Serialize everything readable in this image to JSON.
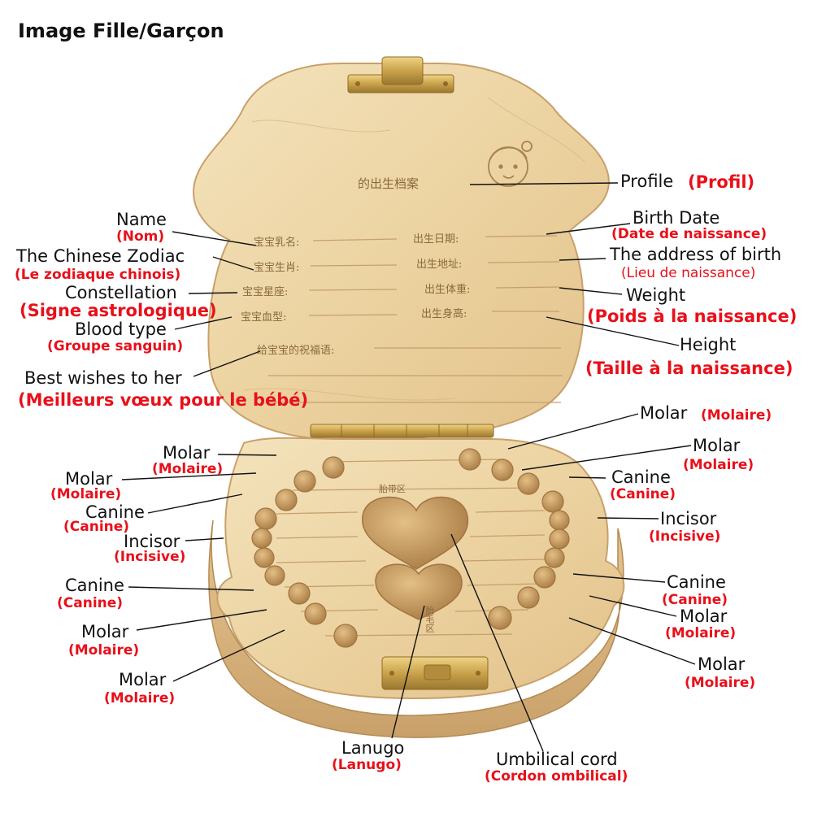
{
  "title": "Image Fille/Garçon",
  "colors": {
    "english_text": "#111111",
    "french_text": "#e8101a",
    "wood": "#edd6a6",
    "wood_dark": "#c79e63",
    "brass": "#c9a24a"
  },
  "icons": [
    "baby-face-icon",
    "hinge-icon",
    "clasp-icon"
  ],
  "box_engraving": {
    "header": "的出生档案",
    "left_fields": [
      "宝宝乳名:",
      "宝宝生肖:",
      "宝宝星座:",
      "宝宝血型:",
      "给宝宝的祝福语:"
    ],
    "right_fields": [
      "出生日期:",
      "出生地址:",
      "出生体重:",
      "出生身高:"
    ],
    "lower": {
      "label_teeth": "胎带区",
      "label_hair": "胎毛区"
    }
  },
  "labels": {
    "profile": {
      "en": "Profile",
      "fr": "(Profil)"
    },
    "name": {
      "en": "Name",
      "fr": "(Nom)"
    },
    "zodiac": {
      "en": "The Chinese Zodiac",
      "fr": "(Le zodiaque chinois)"
    },
    "constellation": {
      "en": "Constellation",
      "fr": "(Signe astrologique)"
    },
    "blood": {
      "en": "Blood type",
      "fr": "(Groupe sanguin)"
    },
    "wishes": {
      "en": "Best wishes to her",
      "fr": "(Meilleurs vœux pour le bébé)"
    },
    "birthdate": {
      "en": "Birth Date",
      "fr": "(Date de naissance)"
    },
    "address": {
      "en": "The address of birth",
      "fr": "(Lieu de naissance)"
    },
    "weight": {
      "en": "Weight",
      "fr": "(Poids à la naissance)"
    },
    "height": {
      "en": "Height",
      "fr": "(Taille à la naissance)"
    },
    "l_molar1": {
      "en": "Molar",
      "fr": "(Molaire)"
    },
    "l_molar2": {
      "en": "Molar",
      "fr": "(Molaire)"
    },
    "l_canine1": {
      "en": "Canine",
      "fr": "(Canine)"
    },
    "l_incisor": {
      "en": "Incisor",
      "fr": "(Incisive)"
    },
    "l_canine2": {
      "en": "Canine",
      "fr": "(Canine)"
    },
    "l_molar3": {
      "en": "Molar",
      "fr": "(Molaire)"
    },
    "l_molar4": {
      "en": "Molar",
      "fr": "(Molaire)"
    },
    "r_molar1": {
      "en": "Molar",
      "fr": "(Molaire)"
    },
    "r_molar2": {
      "en": "Molar",
      "fr": "(Molaire)"
    },
    "r_canine1": {
      "en": "Canine",
      "fr": "(Canine)"
    },
    "r_incisor": {
      "en": "Incisor",
      "fr": "(Incisive)"
    },
    "r_canine2": {
      "en": "Canine",
      "fr": "(Canine)"
    },
    "r_molar3": {
      "en": "Molar",
      "fr": "(Molaire)"
    },
    "r_molar4": {
      "en": "Molar",
      "fr": "(Molaire)"
    },
    "lanugo": {
      "en": "Lanugo",
      "fr": "(Lanugo)"
    },
    "cord": {
      "en": "Umbilical cord",
      "fr": "(Cordon ombilical)"
    }
  }
}
